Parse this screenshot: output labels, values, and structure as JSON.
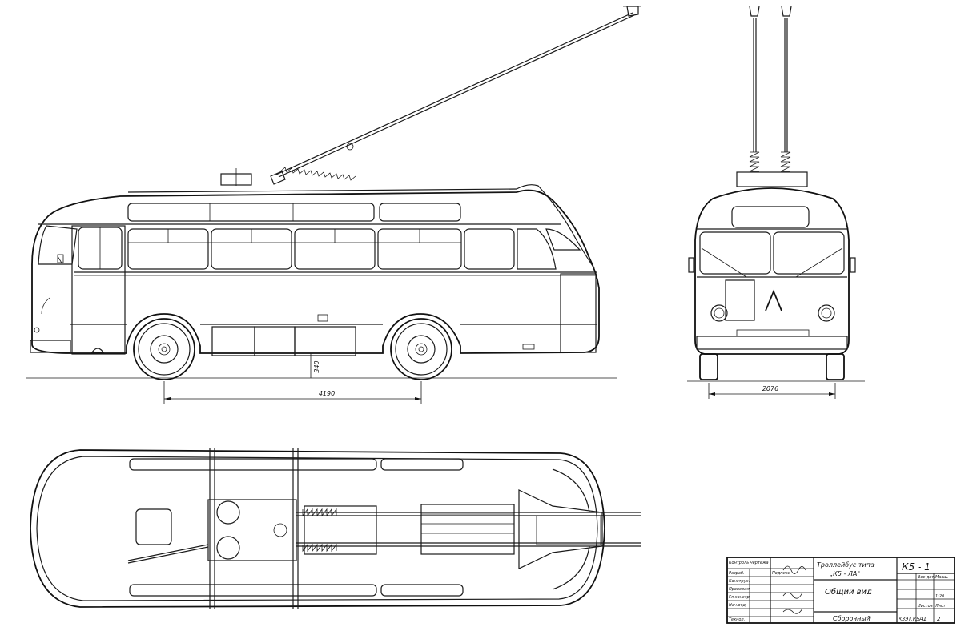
{
  "dimensions": {
    "wheelbase": "4190",
    "ground_clearance": "340",
    "track_width": "2076"
  },
  "title_block": {
    "name_line1": "Троллейбус типа",
    "name_line2": "„К5 - ЛА\"",
    "view_title": "Общий вид",
    "drawing_code": "К5 - 1",
    "assembly_label": "Сборочный",
    "format_code": "КЗЭТ.К5",
    "format": "А1",
    "scale": "1:20",
    "sheet_number": "2",
    "header_mass": "Вес дет.",
    "header_scale": "Масш.",
    "header_sheets": "Листов",
    "header_sheet": "Лист",
    "checked_label": "Контроль чертежа",
    "roles": [
      "Разраб.",
      "Конструк.",
      "Проверил",
      "Гл.констр.",
      "Нач.отд.",
      "Технол."
    ],
    "signatures_header": "Подписи"
  }
}
